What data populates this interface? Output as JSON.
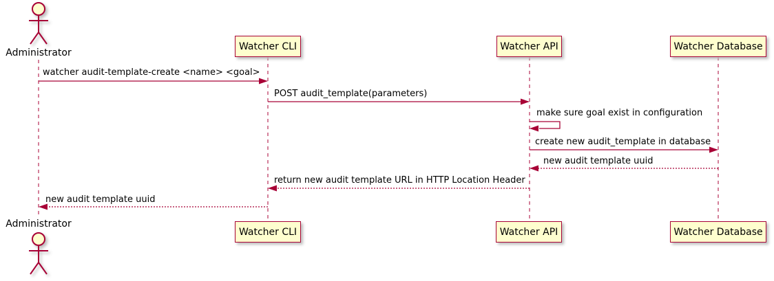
{
  "diagram": {
    "kind": "uml-sequence-diagram",
    "actor": {
      "name": "Administrator"
    },
    "participants": [
      {
        "label": "Watcher CLI"
      },
      {
        "label": "Watcher API"
      },
      {
        "label": "Watcher Database"
      }
    ],
    "messages": [
      {
        "from": "Administrator",
        "to": "Watcher CLI",
        "label": "watcher audit-template-create <name> <goal>",
        "line": "solid"
      },
      {
        "from": "Watcher CLI",
        "to": "Watcher API",
        "label": "POST audit_template(parameters)",
        "line": "solid"
      },
      {
        "from": "Watcher API",
        "to": "Watcher API",
        "label": "make sure goal exist in configuration",
        "line": "solid",
        "self_message": true
      },
      {
        "from": "Watcher API",
        "to": "Watcher Database",
        "label": "create new audit_template in database",
        "line": "solid"
      },
      {
        "from": "Watcher Database",
        "to": "Watcher API",
        "label": "new audit template uuid",
        "line": "dotted"
      },
      {
        "from": "Watcher API",
        "to": "Watcher CLI",
        "label": "return new audit template URL in HTTP Location Header",
        "line": "dotted"
      },
      {
        "from": "Watcher CLI",
        "to": "Administrator",
        "label": "new audit template uuid",
        "line": "dotted"
      }
    ],
    "colors": {
      "participant_fill": "#FEFECE",
      "stroke": "#A80036",
      "text": "#000000",
      "shadow": "#BDBDBD"
    }
  }
}
